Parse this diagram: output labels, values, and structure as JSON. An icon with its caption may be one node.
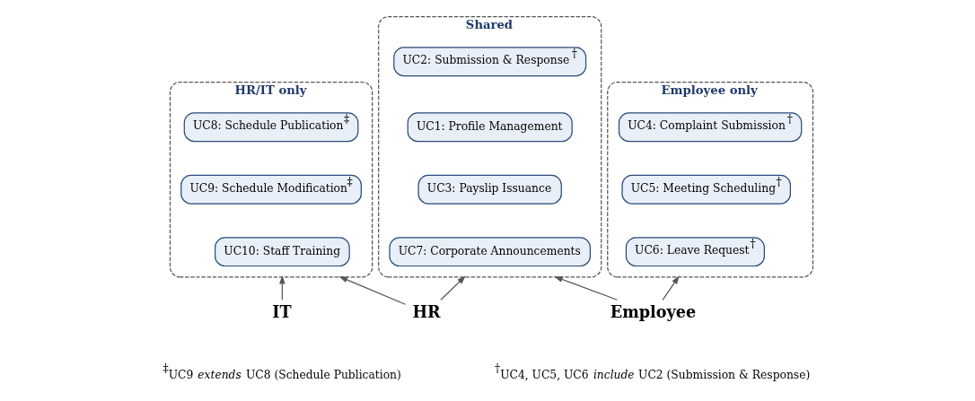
{
  "diagram": {
    "nodes": [
      {
        "text": [
          "Employee only"
        ]
      },
      {
        "text": [
          "UC4: Complaint Submission$^{†}$"
        ],
        "in": 0
      },
      {
        "text": [
          "UC5: Meeting Scheduling$^{†}$"
        ],
        "in": 0
      },
      {
        "text": [
          "UC6: Leave Request$^{†}$"
        ],
        "in": 0
      },
      {
        "text": [
          "Shared"
        ]
      },
      {
        "text": [
          "UC2: Submission & Response$^{†}$"
        ],
        "in": 4
      },
      {
        "text": [
          "UC1: Profile Management"
        ],
        "in": 4
      },
      {
        "text": [
          "UC3: Payslip Issuance"
        ],
        "in": 4
      },
      {
        "text": [
          "UC7: Corporate Announcements"
        ],
        "in": 4
      },
      {
        "text": [
          "HR/IT only"
        ]
      },
      {
        "text": [
          "UC8: Schedule Publication$^{‡}$"
        ],
        "in": 9
      },
      {
        "text": [
          "UC9: Schedule Modification$^{‡}$"
        ],
        "in": 9
      },
      {
        "text": [
          "UC10: Staff Training"
        ],
        "in": 9
      },
      {
        "text": [
          "Employee"
        ]
      },
      {
        "text": [
          "HR"
        ]
      },
      {
        "text": [
          "IT"
        ]
      }
    ],
    "edges": [
      {
        "from": 13,
        "to": 0,
        "arrow": "to"
      },
      {
        "from": 13,
        "to": 4,
        "arrow": "to"
      },
      {
        "from": 14,
        "to": 4,
        "arrow": "to"
      },
      {
        "from": 14,
        "to": 9,
        "arrow": "to"
      },
      {
        "from": 15,
        "to": 9,
        "arrow": "to"
      }
    ],
    "labels": [
      "$^{†}$UC4, UC5, UC6 *include* UC2 (Submission & Response)",
      "$^{‡}$UC9 *extends* UC8 (Schedule Publication)"
    ]
  }
}
